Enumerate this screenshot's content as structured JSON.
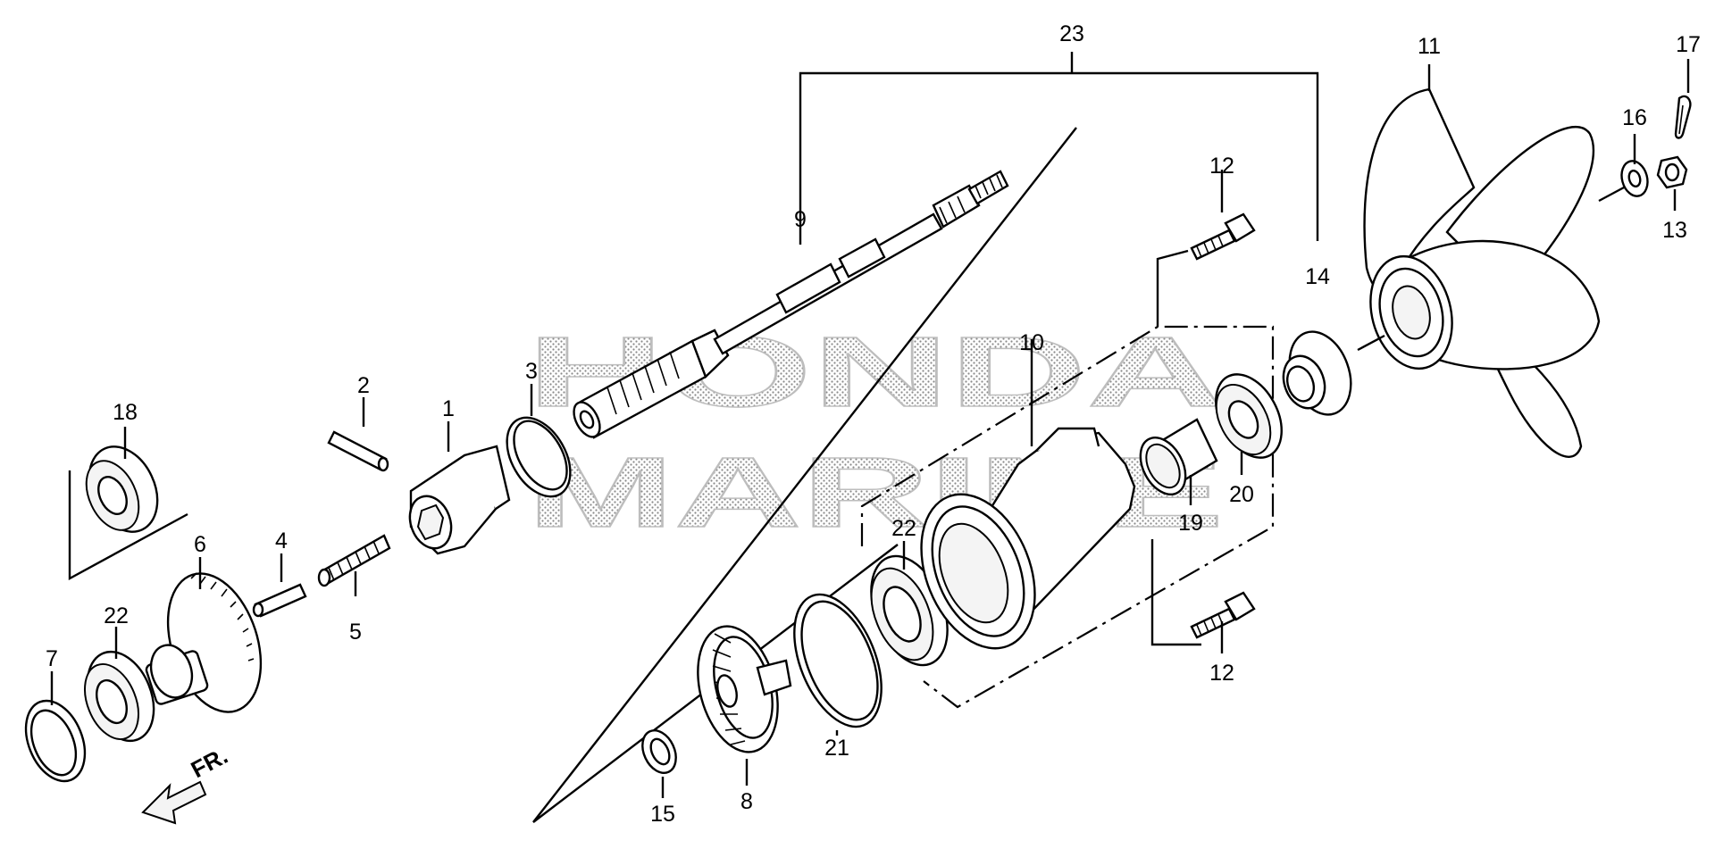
{
  "diagram": {
    "watermark_line1": "HONDA",
    "watermark_line2": "MARINE",
    "front_marker": "FR.",
    "callouts": [
      "1",
      "2",
      "3",
      "4",
      "5",
      "6",
      "7",
      "8",
      "9",
      "10",
      "11",
      "12",
      "12",
      "13",
      "14",
      "15",
      "16",
      "17",
      "18",
      "19",
      "20",
      "21",
      "22",
      "22",
      "23"
    ]
  }
}
